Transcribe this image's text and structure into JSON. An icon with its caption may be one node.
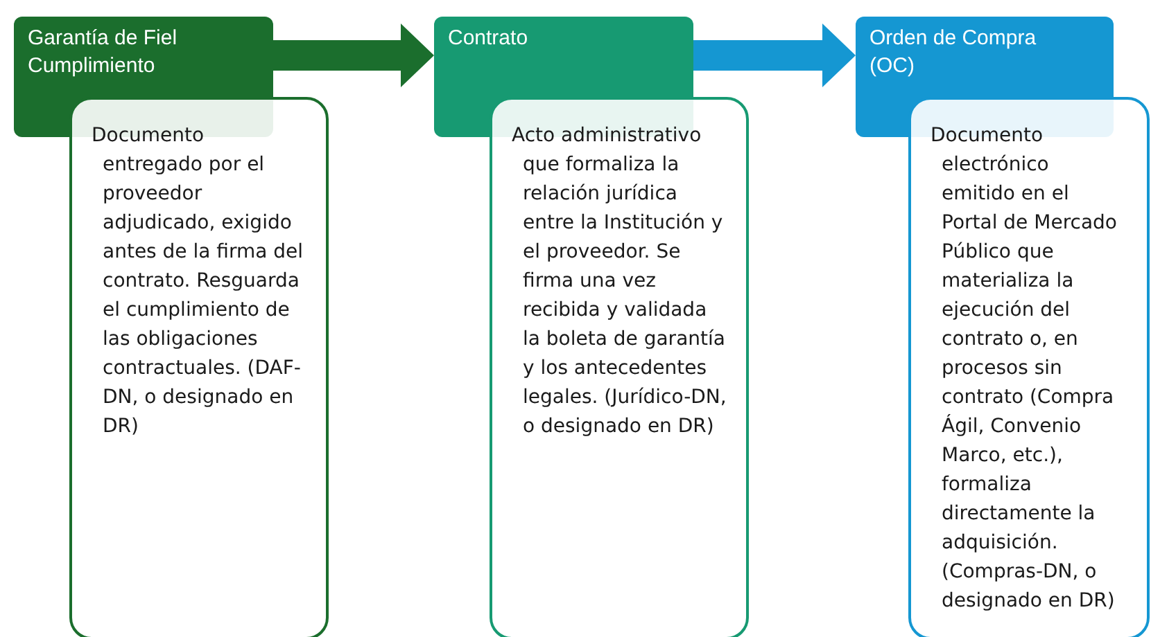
{
  "diagram": {
    "nodes": [
      {
        "text": [
          "Garantía de Fiel Cumplimiento"
        ]
      },
      {
        "text": [
          "Documento entregado por el proveedor adjudicado, exigido antes de la firma del contrato. Resguarda el cumplimiento de las obligaciones contractuales. (DAF-DN, o designado en DR)"
        ]
      },
      {
        "text": [
          "Contrato"
        ]
      },
      {
        "text": [
          "Acto administrativo que formaliza la relación jurídica entre la Institución y el proveedor. Se firma una vez recibida y validada la boleta de garantía y los antecedentes legales. (Jurídico-DN, o designado en DR)"
        ]
      },
      {
        "text": [
          "Orden de Compra (OC)"
        ]
      },
      {
        "text": [
          "Documento electrónico emitido en el Portal de Mercado Público que materializa la ejecución del contrato o, en procesos sin contrato (Compra Ágil, Convenio Marco, etc.), formaliza directamente la adquisición. (Compras-DN, o designado en DR)"
        ]
      }
    ],
    "edges": [
      {
        "from": 0,
        "to": 2,
        "arrow": "to",
        "color": "#1b6e2d"
      },
      {
        "from": 2,
        "to": 4,
        "arrow": "to",
        "color": "#1597d2"
      }
    ]
  }
}
